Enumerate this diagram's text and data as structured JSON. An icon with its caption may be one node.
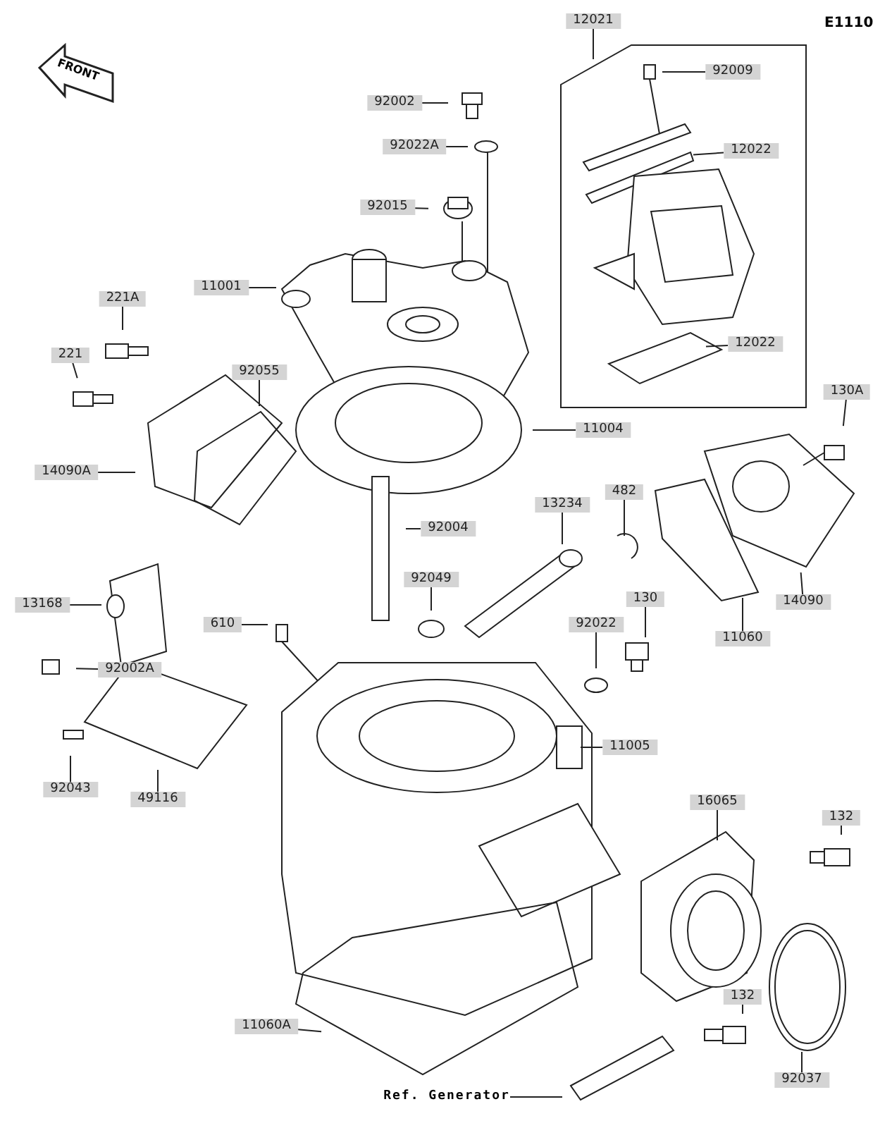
{
  "diagram": {
    "nodes": [
      {
        "text": [
          "12021"
        ]
      },
      {
        "text": [
          "92009"
        ]
      },
      {
        "text": [
          "12022"
        ]
      },
      {
        "text": [
          "12022"
        ]
      },
      {
        "text": [
          "92002"
        ]
      },
      {
        "text": [
          "92022A"
        ]
      },
      {
        "text": [
          "92015"
        ]
      },
      {
        "text": [
          "11001"
        ]
      },
      {
        "text": [
          "221A"
        ]
      },
      {
        "text": [
          "221"
        ]
      },
      {
        "text": [
          "92055"
        ]
      },
      {
        "text": [
          "130A"
        ]
      },
      {
        "text": [
          "11004"
        ]
      },
      {
        "text": [
          "14090A"
        ]
      },
      {
        "text": [
          "13234"
        ]
      },
      {
        "text": [
          "482"
        ]
      },
      {
        "text": [
          "92004"
        ]
      },
      {
        "text": [
          "92049"
        ]
      },
      {
        "text": [
          "13168"
        ]
      },
      {
        "text": [
          "130"
        ]
      },
      {
        "text": [
          "14090"
        ]
      },
      {
        "text": [
          "610"
        ]
      },
      {
        "text": [
          "92022"
        ]
      },
      {
        "text": [
          "11060"
        ]
      },
      {
        "text": [
          "92002A"
        ]
      },
      {
        "text": [
          "11005"
        ]
      },
      {
        "text": [
          "92043"
        ]
      },
      {
        "text": [
          "49116"
        ]
      },
      {
        "text": [
          "16065"
        ]
      },
      {
        "text": [
          "132"
        ]
      },
      {
        "text": [
          "132"
        ]
      },
      {
        "text": [
          "11060A"
        ]
      },
      {
        "text": [
          "92037"
        ]
      },
      {
        "text": [
          "Ref. Generator"
        ]
      }
    ],
    "edges": [
      {
        "from": 0,
        "to": null,
        "arrow": "none"
      },
      {
        "from": 1,
        "to": null,
        "arrow": "none"
      },
      {
        "from": 2,
        "to": null,
        "arrow": "none"
      },
      {
        "from": 3,
        "to": null,
        "arrow": "none"
      },
      {
        "from": 4,
        "to": null,
        "arrow": "none"
      },
      {
        "from": 5,
        "to": null,
        "arrow": "none"
      },
      {
        "from": 6,
        "to": null,
        "arrow": "none"
      },
      {
        "from": 7,
        "to": null,
        "arrow": "none"
      },
      {
        "from": 8,
        "to": null,
        "arrow": "none"
      },
      {
        "from": 9,
        "to": null,
        "arrow": "none"
      },
      {
        "from": 10,
        "to": null,
        "arrow": "none"
      },
      {
        "from": 11,
        "to": null,
        "arrow": "none"
      },
      {
        "from": 12,
        "to": null,
        "arrow": "none"
      },
      {
        "from": 13,
        "to": null,
        "arrow": "none"
      },
      {
        "from": 14,
        "to": null,
        "arrow": "none"
      },
      {
        "from": 15,
        "to": null,
        "arrow": "none"
      },
      {
        "from": 16,
        "to": null,
        "arrow": "none"
      },
      {
        "from": 17,
        "to": null,
        "arrow": "none"
      },
      {
        "from": 18,
        "to": null,
        "arrow": "none"
      },
      {
        "from": 19,
        "to": null,
        "arrow": "none"
      },
      {
        "from": 20,
        "to": null,
        "arrow": "none"
      },
      {
        "from": 21,
        "to": null,
        "arrow": "none"
      },
      {
        "from": 22,
        "to": null,
        "arrow": "none"
      },
      {
        "from": 23,
        "to": null,
        "arrow": "none"
      },
      {
        "from": 24,
        "to": null,
        "arrow": "none"
      },
      {
        "from": 25,
        "to": null,
        "arrow": "none"
      },
      {
        "from": 26,
        "to": null,
        "arrow": "none"
      },
      {
        "from": 27,
        "to": null,
        "arrow": "none"
      },
      {
        "from": 28,
        "to": null,
        "arrow": "none"
      },
      {
        "from": 29,
        "to": null,
        "arrow": "none"
      },
      {
        "from": 30,
        "to": null,
        "arrow": "none"
      },
      {
        "from": 31,
        "to": null,
        "arrow": "none"
      },
      {
        "from": 32,
        "to": null,
        "arrow": "none"
      },
      {
        "from": 33,
        "to": null,
        "arrow": "none"
      }
    ],
    "labels": [
      "E1110",
      "FRONT"
    ]
  }
}
